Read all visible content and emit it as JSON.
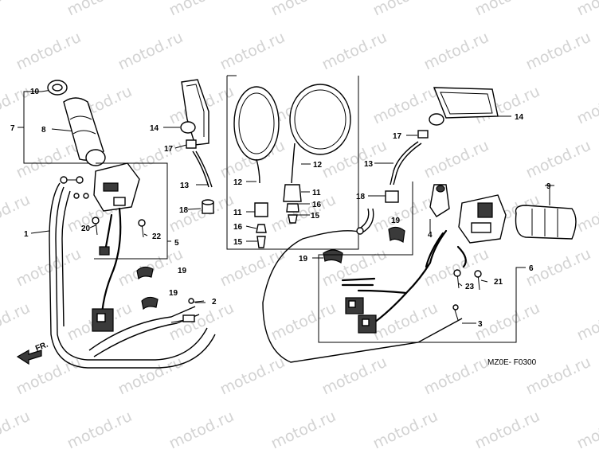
{
  "diagram": {
    "code": "MZ0E- F0300",
    "direction_label": "FR.",
    "watermark": "motod.ru",
    "callouts": [
      "1",
      "2",
      "3",
      "4",
      "5",
      "6",
      "7",
      "8",
      "9",
      "10",
      "11",
      "12",
      "13",
      "14",
      "15",
      "16",
      "17",
      "18",
      "19",
      "20",
      "21",
      "22",
      "23"
    ]
  }
}
